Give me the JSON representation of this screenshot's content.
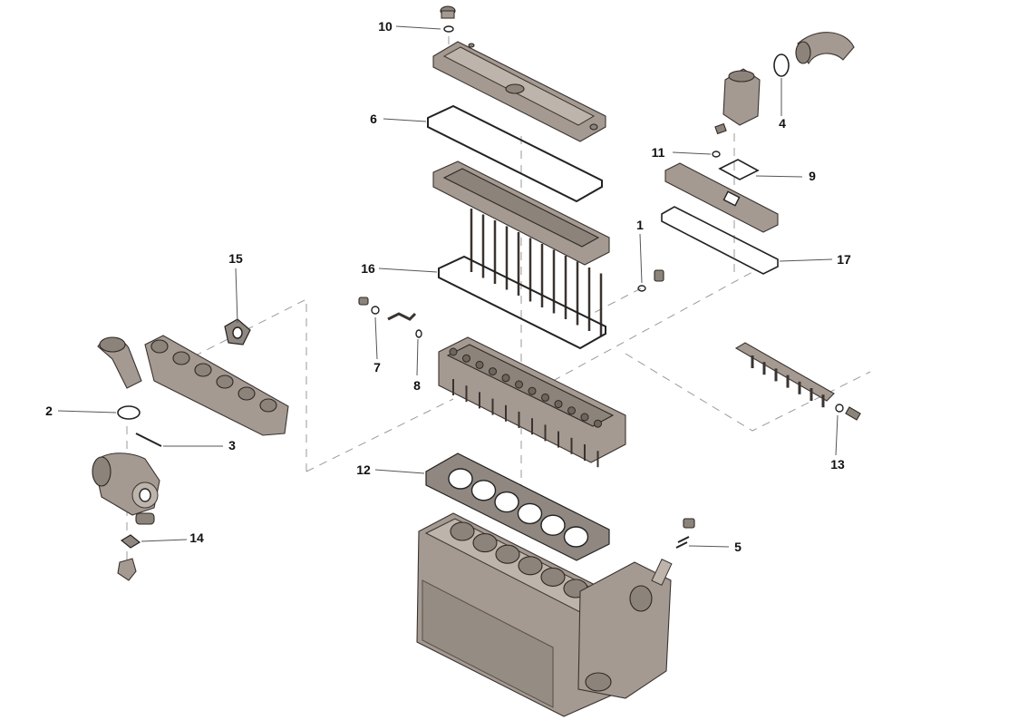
{
  "callouts": [
    {
      "id": "c1",
      "label": "1"
    },
    {
      "id": "c2",
      "label": "2"
    },
    {
      "id": "c3",
      "label": "3"
    },
    {
      "id": "c4",
      "label": "4"
    },
    {
      "id": "c5",
      "label": "5"
    },
    {
      "id": "c6",
      "label": "6"
    },
    {
      "id": "c7",
      "label": "7"
    },
    {
      "id": "c8",
      "label": "8"
    },
    {
      "id": "c9",
      "label": "9"
    },
    {
      "id": "c10",
      "label": "10"
    },
    {
      "id": "c11",
      "label": "11"
    },
    {
      "id": "c12",
      "label": "12"
    },
    {
      "id": "c13",
      "label": "13"
    },
    {
      "id": "c14",
      "label": "14"
    },
    {
      "id": "c15",
      "label": "15"
    },
    {
      "id": "c16",
      "label": "16"
    },
    {
      "id": "c17",
      "label": "17"
    }
  ],
  "colors": {
    "part_fill": "#a49a91",
    "outline": "#3a3330",
    "callout_text": "#111111",
    "leader_line": "#555555",
    "background": "#ffffff"
  }
}
